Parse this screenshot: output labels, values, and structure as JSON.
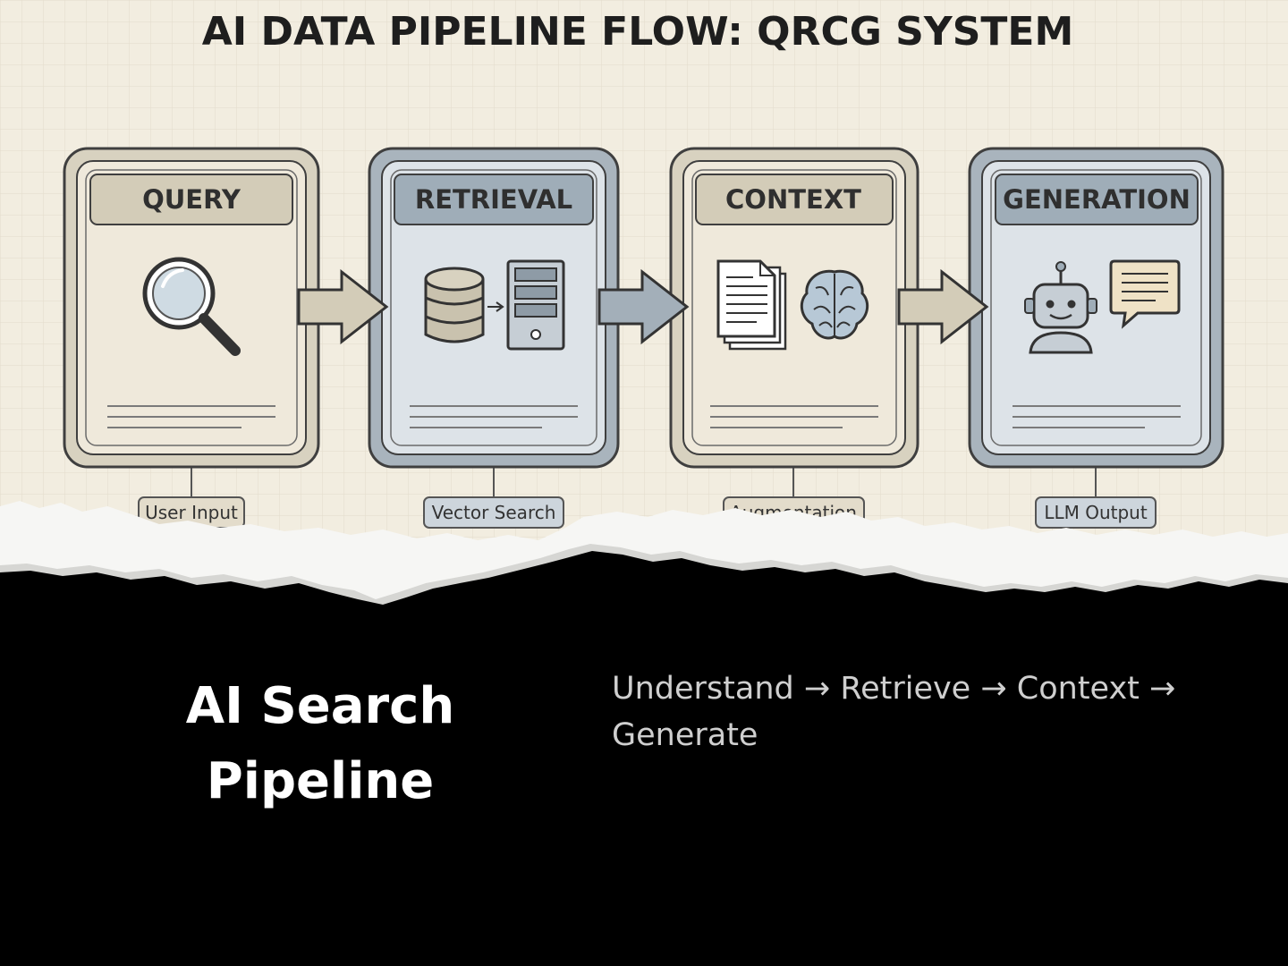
{
  "diagram": {
    "title": "AI DATA PIPELINE FLOW: QRCG SYSTEM",
    "stages": [
      {
        "label": "QUERY",
        "tag": "User Input",
        "theme": "beige",
        "icon": "magnifier-icon"
      },
      {
        "label": "RETRIEVAL",
        "tag": "Vector Search",
        "theme": "blue",
        "icon": "database-server-icon"
      },
      {
        "label": "CONTEXT",
        "tag": "Augmentation",
        "theme": "beige",
        "icon": "documents-brain-icon"
      },
      {
        "label": "GENERATION",
        "tag": "LLM Output",
        "theme": "blue",
        "icon": "robot-chat-icon"
      }
    ],
    "colors": {
      "background": "#f2ede0",
      "grid": "#e3dccb",
      "beige_frame": "#d8d2c0",
      "beige_inner": "#efe9db",
      "beige_header": "#d3ccb8",
      "blue_frame": "#a9b4bd",
      "blue_inner": "#dde3e8",
      "blue_header": "#9fadb8",
      "outline": "#3f3f3f"
    }
  },
  "caption": {
    "heading": "AI Search Pipeline",
    "subtitle": "Understand → Retrieve → Context → Generate"
  }
}
